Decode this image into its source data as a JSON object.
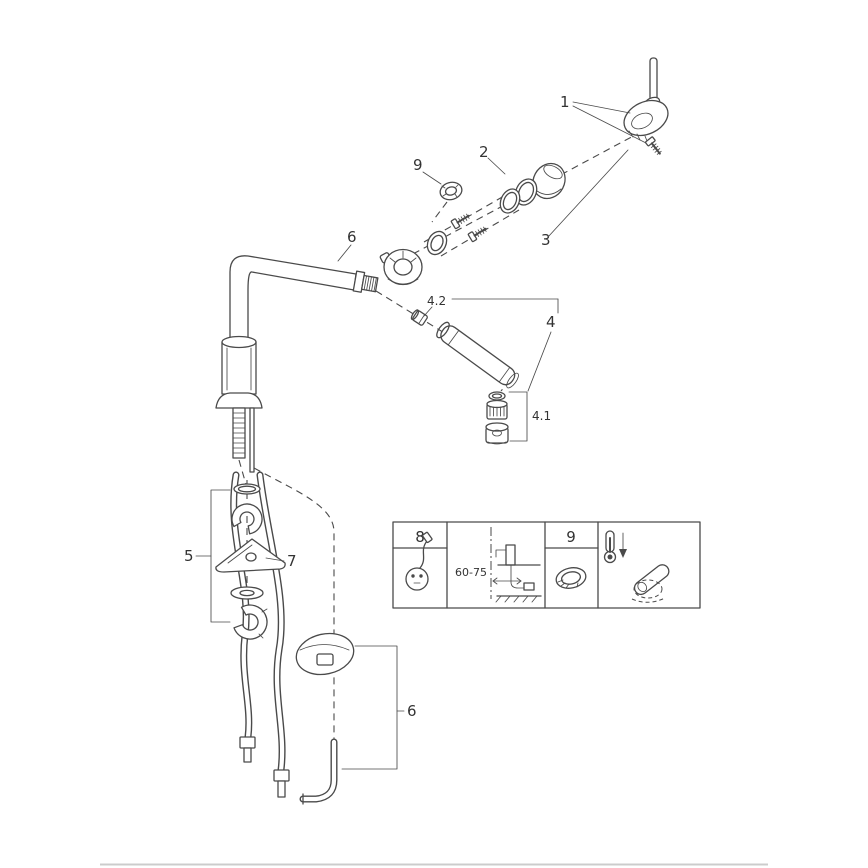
{
  "diagram": {
    "name": "kitchen-faucet-exploded-parts-diagram",
    "colors": {
      "stroke": "#4a4a4a",
      "label": "#333333",
      "divider": "#cccccc"
    },
    "callouts": {
      "part1": "1",
      "part2": "2",
      "part3": "3",
      "part4": "4",
      "part4_1": "4.1",
      "part4_2": "4.2",
      "part5": "5",
      "part6_spout": "6",
      "part6_hose": "6",
      "part7": "7",
      "part9": "9"
    },
    "legend": {
      "cell_plug_label": "8",
      "cell_handle_label": "9",
      "dimension_label": "60-75"
    }
  }
}
